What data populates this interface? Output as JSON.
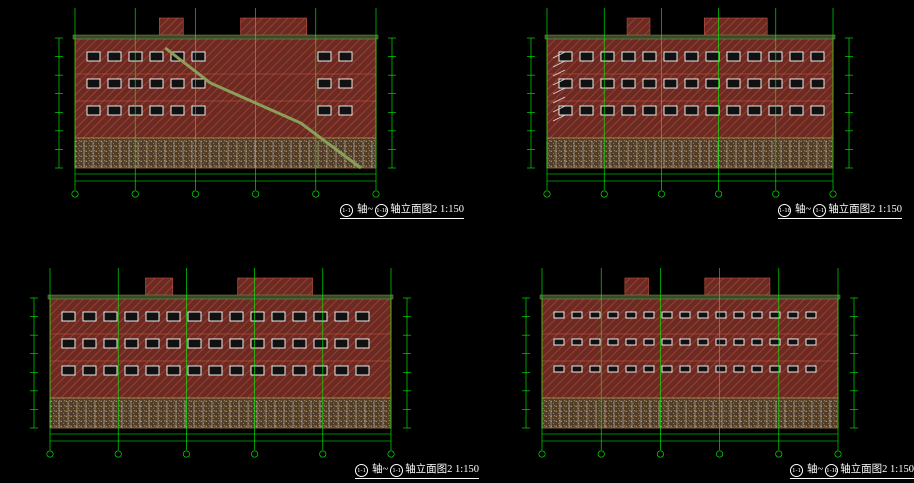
{
  "colors": {
    "background": "#000000",
    "wall": "#6b2a22",
    "wall_hatch": "#b74c3d",
    "base": "#5b4630",
    "dimension": "#00ff00",
    "window": "#ffffff",
    "axis_line": "#00ff00",
    "title": "#ffffff"
  },
  "drawings": [
    {
      "title": {
        "from_axis": "1-1",
        "to_axis": "1-18",
        "suffix": "轴立面图2 1:150",
        "joiner": "轴~"
      },
      "variant": "staircase"
    },
    {
      "title": {
        "from_axis": "1-18",
        "to_axis": "1-1",
        "suffix": "轴立面图2 1:150",
        "joiner": "轴~"
      },
      "variant": "side-stair"
    },
    {
      "title": {
        "from_axis": "1-1",
        "to_axis": "1-1",
        "suffix": "轴立面图2 1:150",
        "joiner": "轴~"
      },
      "variant": "plain"
    },
    {
      "title": {
        "from_axis": "1-1",
        "to_axis": "1-18",
        "suffix": "轴立面图2 1:150",
        "joiner": "轴~"
      },
      "variant": "small-windows"
    }
  ]
}
